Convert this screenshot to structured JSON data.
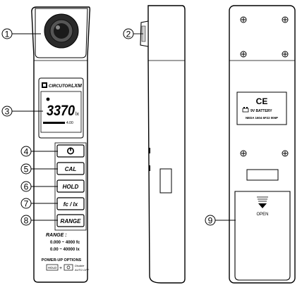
{
  "callouts": [
    "1",
    "2",
    "3",
    "4",
    "5",
    "6",
    "7",
    "8",
    "9"
  ],
  "header": {
    "brand": "CIRCUTOR",
    "model": "LXM"
  },
  "display": {
    "reading": "3370",
    "unit": "lx",
    "sub_label": "4.00"
  },
  "buttons": {
    "power_symbol": "⏻",
    "cal": "CAL",
    "hold": "HOLD",
    "fc_lx": "fc / lx",
    "range": "RANGE"
  },
  "range_info": {
    "title": "RANGE :",
    "line1": "0.000 ~ 4000 fc",
    "line2": "0.00 ~ 40000 lx"
  },
  "power_up": {
    "title": "POWER-UP  OPTIONS",
    "hold_label": "HOLD",
    "plus": "+",
    "disable_label": "Disable",
    "auto_off_label": "AUTO OFF"
  },
  "label_plate": {
    "ce": "CE",
    "battery": "9V  BATTERY",
    "neda": "NEDA 1604  6F22  006P"
  },
  "battery_cover": {
    "open_label": "OPEN"
  }
}
